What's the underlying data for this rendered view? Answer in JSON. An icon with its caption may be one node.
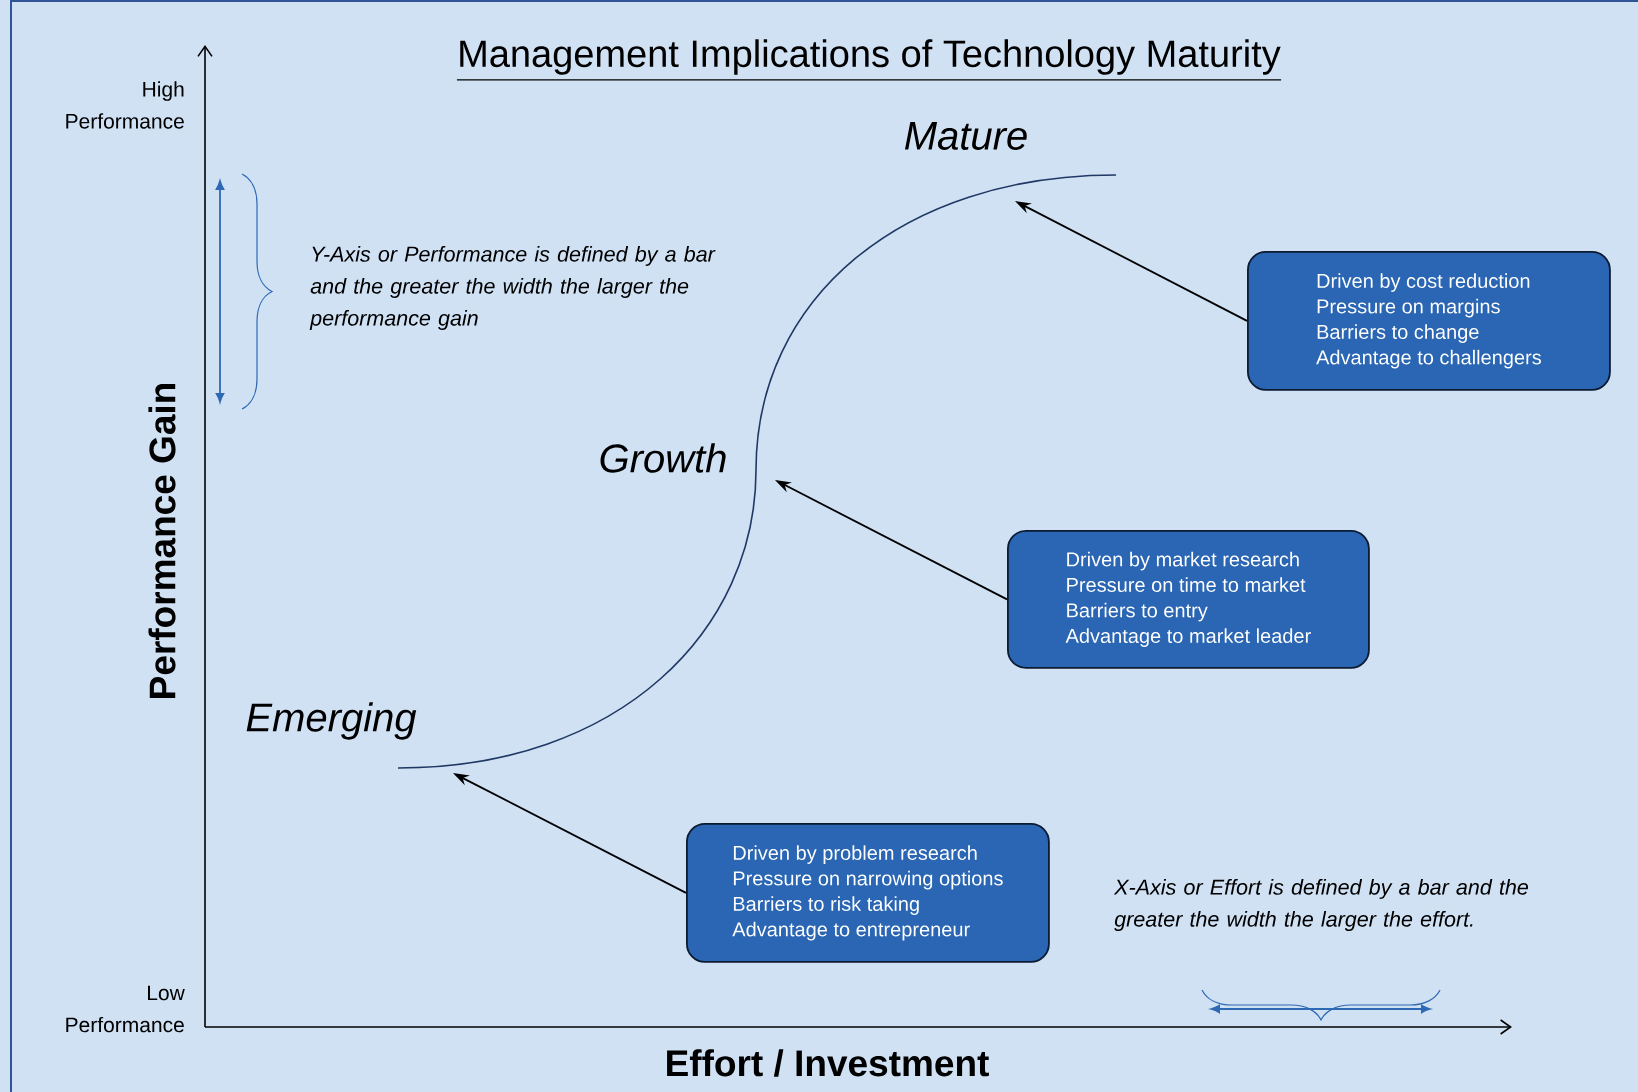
{
  "diagram": {
    "title": "Management Implications of Technology Maturity",
    "nodes": [
      {
        "text": [
          "Driven by cost reduction",
          "Pressure on margins",
          "Barriers to change",
          "Advantage to challengers"
        ]
      },
      {
        "text": [
          "Driven by market research",
          "Pressure on time to market",
          "Barriers to entry",
          "Advantage to market leader"
        ]
      },
      {
        "text": [
          "Driven by problem research",
          "Pressure on narrowing options",
          "Barriers to risk taking",
          "Advantage to entrepreneur"
        ]
      }
    ],
    "edges": [
      {
        "from": 0,
        "to": null,
        "arrow": "to"
      },
      {
        "from": 1,
        "to": null,
        "arrow": "to"
      },
      {
        "from": 2,
        "to": null,
        "arrow": "to"
      }
    ],
    "labels": [
      "High Performance",
      "Mature",
      "Y-Axis or Performance is defined by a bar and the greater the width the larger the performance gain",
      "Growth",
      "Performance Gain",
      "Emerging",
      "X-Axis or Effort is defined by a bar and the greater the width the larger the effort.",
      "Low Performance",
      "Effort / Investment"
    ]
  }
}
